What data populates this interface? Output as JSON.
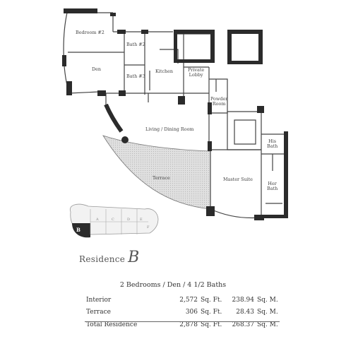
{
  "rooms": {
    "bedroom2": "Bedroom #2",
    "bath2": "Bath #2",
    "den": "Den",
    "bath3": "Bath #3",
    "kitchen": "Kitchen",
    "private_lobby_1": "Private",
    "private_lobby_2": "Lobby",
    "powder_1": "Powder",
    "powder_2": "Room",
    "living_dining": "Living / Dining Room",
    "terrace": "Terrace",
    "master_suite": "Master Suite",
    "his_bath_1": "His",
    "his_bath_2": "Bath",
    "her_bath_1": "Her",
    "her_bath_2": "Bath"
  },
  "keyplan": {
    "marker": "B",
    "units": [
      "A",
      "C",
      "D",
      "E",
      "F"
    ]
  },
  "residence": {
    "word": "Residence",
    "letter": "B"
  },
  "summary": "2 Bedrooms / Den / 4 1/2 Baths",
  "areas": [
    {
      "label": "Interior",
      "sqft": "2,572",
      "sqft_unit": "Sq. Ft.",
      "sqm": "238.94",
      "sqm_unit": "Sq. M."
    },
    {
      "label": "Terrace",
      "sqft": "306",
      "sqft_unit": "Sq. Ft.",
      "sqm": "28.43",
      "sqm_unit": "Sq. M."
    },
    {
      "label": "Total Residence",
      "sqft": "2,878",
      "sqft_unit": "Sq. Ft.",
      "sqm": "268.37",
      "sqm_unit": "Sq. M."
    }
  ],
  "colors": {
    "wall": "#2b2b2b",
    "terrace_fill": "#d6d6d6",
    "text": "#3a3a3a"
  }
}
